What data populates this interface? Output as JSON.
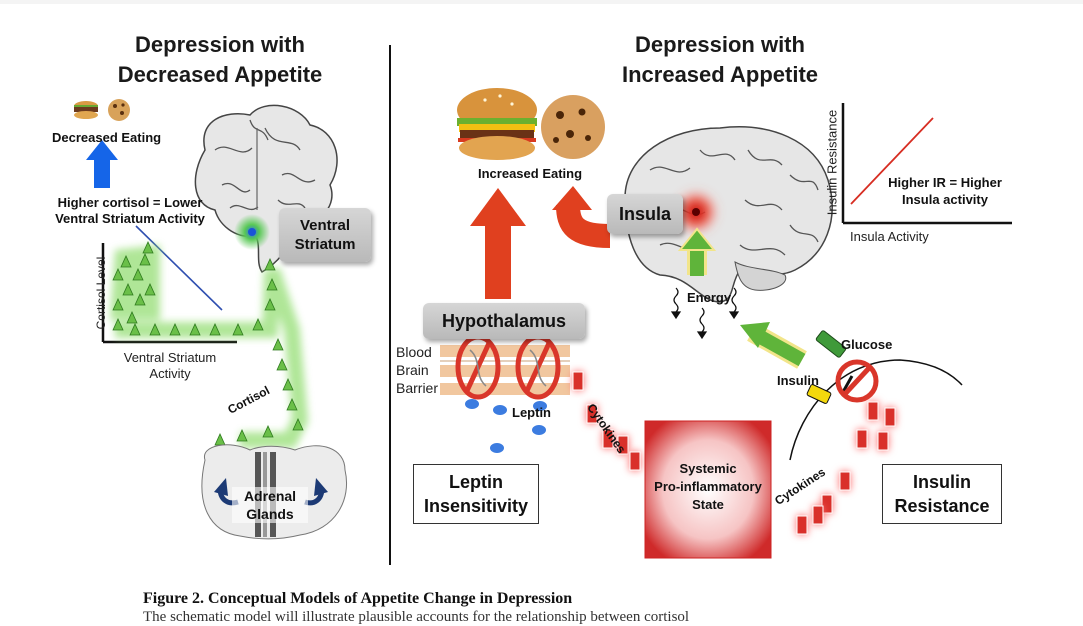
{
  "header_left": "",
  "header_right": "",
  "left_panel": {
    "title_line1": "Depression with",
    "title_line2": "Decreased Appetite",
    "decreased_eating": "Decreased Eating",
    "cortisol_note_line1": "Higher cortisol = Lower",
    "cortisol_note_line2": "Ventral Striatum Activity",
    "ventral_striatum_line1": "Ventral",
    "ventral_striatum_line2": "Striatum",
    "cortisol_axis_y": "Cortisol Level",
    "cortisol_axis_x_line1": "Ventral Striatum",
    "cortisol_axis_x_line2": "Activity",
    "cortisol_path_label": "Cortisol",
    "adrenal_line1": "Adrenal",
    "adrenal_line2": "Glands"
  },
  "right_panel": {
    "title_line1": "Depression with",
    "title_line2": "Increased Appetite",
    "increased_eating": "Increased Eating",
    "insula": "Insula",
    "energy": "Energy",
    "ir_axis_y": "Insulin Resistance",
    "ir_axis_x": "Insula Activity",
    "ir_note_line1": "Higher IR = Higher",
    "ir_note_line2": "Insula activity",
    "hypothalamus": "Hypothalamus",
    "bbb_line1": "Blood",
    "bbb_line2": "Brain",
    "bbb_line3": "Barrier",
    "leptin": "Leptin",
    "cytokines_left": "Cytokines",
    "cytokines_right": "Cytokines",
    "glucose": "Glucose",
    "insulin": "Insulin",
    "leptin_insens_line1": "Leptin",
    "leptin_insens_line2": "Insensitivity",
    "systemic_line1": "Systemic",
    "systemic_line2": "Pro-inflammatory",
    "systemic_line3": "State",
    "insulin_res_line1": "Insulin",
    "insulin_res_line2": "Resistance"
  },
  "caption": {
    "title": "Figure 2. Conceptual Models of Appetite Change in Depression",
    "body": "The schematic model will illustrate plausible accounts for the relationship between cortisol"
  },
  "colors": {
    "arrow_red": "#e0401f",
    "arrow_blue": "#1565e8",
    "arrow_green": "#5fb43a",
    "glow_green": "#7ed35b",
    "no_sign": "#d9362a"
  }
}
